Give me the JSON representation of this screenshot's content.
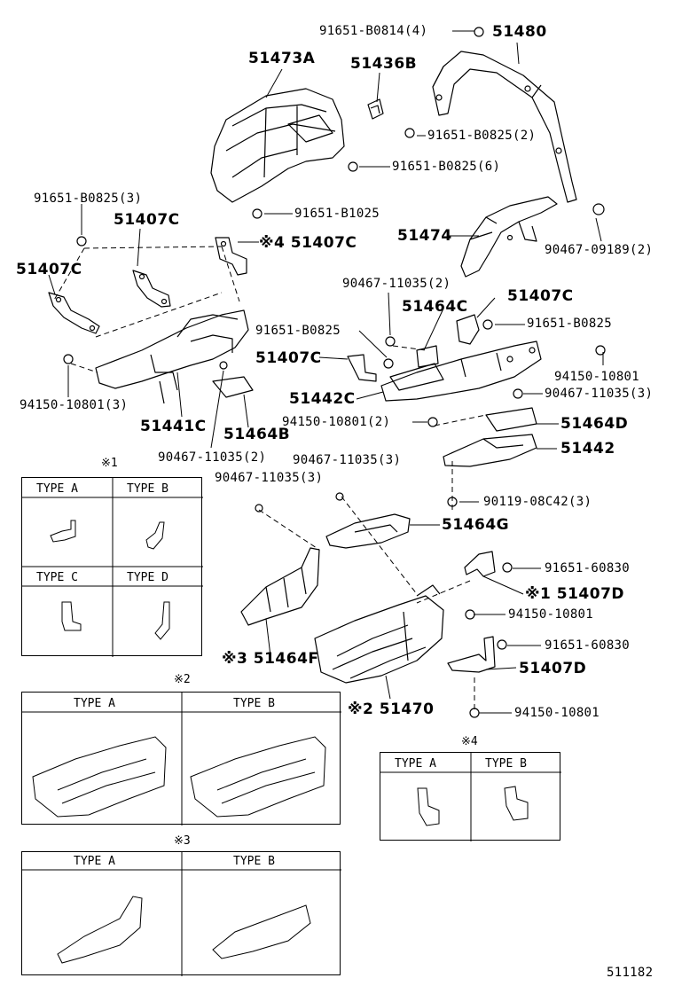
{
  "labels": {
    "b91651_b0814": "91651-B0814(4)",
    "p51480": "51480",
    "p51473a": "51473A",
    "p51436b": "51436B",
    "b91651_b0825_2": "91651-B0825(2)",
    "b91651_b0825_6": "91651-B0825(6)",
    "b91651_b1025": "91651-B1025",
    "b91651_b0825_3": "91651-B0825(3)",
    "p51407c_a": "51407C",
    "p51407c_b": "※4 51407C",
    "p51407c_c": "51407C",
    "p51474": "51474",
    "b90467_09189": "90467-09189(2)",
    "b90467_11035_2a": "90467-11035(2)",
    "p51464c": "51464C",
    "p51407c_d": "51407C",
    "b91651_b0825_a": "91651-B0825",
    "b91651_b0825_b": "91651-B0825",
    "p51407c_e": "51407C",
    "b94150_10801_a": "94150-10801",
    "b90467_11035_3a": "90467-11035(3)",
    "p51442c": "51442C",
    "b94150_10801_3": "94150-10801(3)",
    "b94150_10801_2": "94150-10801(2)",
    "p51464d": "51464D",
    "p51441c": "51441C",
    "p51464b": "51464B",
    "p51442": "51442",
    "b90467_11035_2b": "90467-11035(2)",
    "b90467_11035_3b": "90467-11035(3)",
    "b90467_11035_3c": "90467-11035(3)",
    "b90119_08c42": "90119-08C42(3)",
    "p51464g": "51464G",
    "b91651_60830_a": "91651-60830",
    "p51407d_a": "※1 51407D",
    "b94150_10801_b": "94150-10801",
    "b91651_60830_b": "91651-60830",
    "p51464f": "※3 51464F",
    "p51407d_b": "51407D",
    "p51470": "※2 51470",
    "b94150_10801_c": "94150-10801",
    "diagram_code": "511182"
  },
  "tables": {
    "t1": {
      "mark": "※1",
      "types": [
        "TYPE A",
        "TYPE B",
        "TYPE C",
        "TYPE D"
      ]
    },
    "t2": {
      "mark": "※2",
      "types": [
        "TYPE A",
        "TYPE B"
      ]
    },
    "t3": {
      "mark": "※3",
      "types": [
        "TYPE A",
        "TYPE B"
      ]
    },
    "t4": {
      "mark": "※4",
      "types": [
        "TYPE A",
        "TYPE B"
      ]
    }
  }
}
